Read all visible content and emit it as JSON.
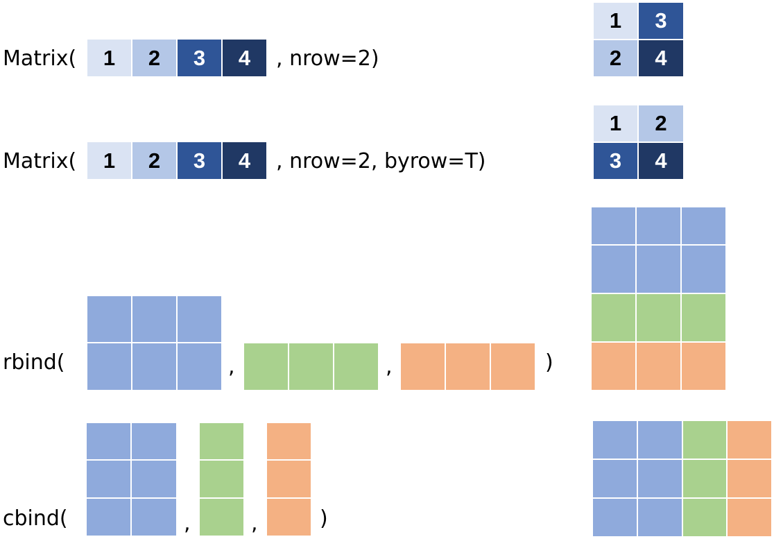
{
  "colors": {
    "shade1": "#dae3f3",
    "shade2": "#b4c7e7",
    "shade3": "#2f5597",
    "shade4": "#203864",
    "blue": "#8faadc",
    "green": "#a9d18e",
    "orange": "#f4b183"
  },
  "matrix_colwise": {
    "prefix": "Matrix(",
    "suffix": ", nrow=2)",
    "input_values": [
      "1",
      "2",
      "3",
      "4"
    ],
    "result": [
      [
        "1",
        "3"
      ],
      [
        "2",
        "4"
      ]
    ]
  },
  "matrix_rowwise": {
    "prefix": "Matrix(",
    "suffix": ", nrow=2, byrow=T)",
    "input_values": [
      "1",
      "2",
      "3",
      "4"
    ],
    "result": [
      [
        "1",
        "2"
      ],
      [
        "3",
        "4"
      ]
    ]
  },
  "rbind": {
    "prefix": "rbind(",
    "separator": ",",
    "close": ")",
    "inputs": [
      {
        "color": "blue",
        "rows": 2,
        "cols": 3
      },
      {
        "color": "green",
        "rows": 1,
        "cols": 3
      },
      {
        "color": "orange",
        "rows": 1,
        "cols": 3
      }
    ],
    "result_rows": [
      "blue",
      "blue",
      "green",
      "orange"
    ],
    "result_cols": 3
  },
  "cbind": {
    "prefix": "cbind(",
    "separator": ",",
    "close": ")",
    "inputs": [
      {
        "color": "blue",
        "rows": 3,
        "cols": 2
      },
      {
        "color": "green",
        "rows": 3,
        "cols": 1
      },
      {
        "color": "orange",
        "rows": 3,
        "cols": 1
      }
    ],
    "result_cols": [
      "blue",
      "blue",
      "green",
      "orange"
    ],
    "result_rows": 3
  }
}
